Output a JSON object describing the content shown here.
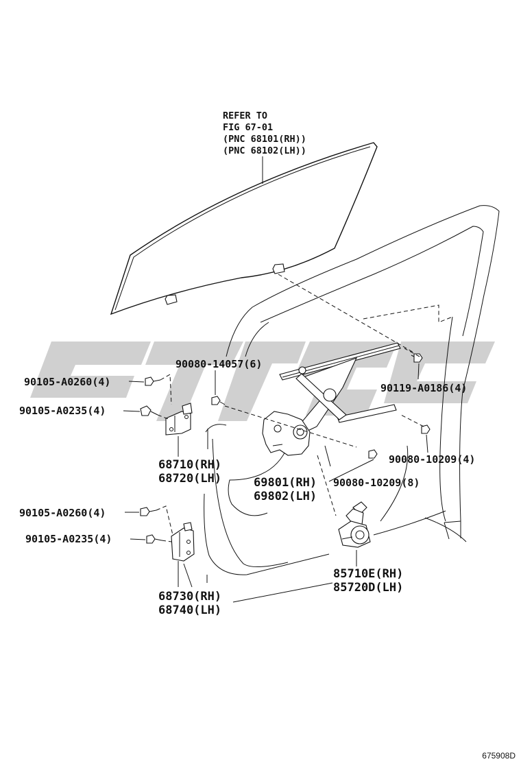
{
  "reference_note": {
    "line1": "REFER TO",
    "line2": "FIG 67-01",
    "line3": "(PNC 68101(RH))",
    "line4": "(PNC 68102(LH))"
  },
  "labels": {
    "bolt_90080_14057": "90080-14057(6)",
    "bolt_90105_a0260_upper": "90105-A0260(4)",
    "bolt_90105_a0235_upper": "90105-A0235(4)",
    "hinge_upper_rh": "68710(RH)",
    "hinge_upper_lh": "68720(LH)",
    "bolt_90105_a0260_lower": "90105-A0260(4)",
    "bolt_90105_a0235_lower": "90105-A0235(4)",
    "hinge_lower_rh": "68730(RH)",
    "hinge_lower_lh": "68740(LH)",
    "regulator_rh": "69801(RH)",
    "regulator_lh": "69802(LH)",
    "bolt_90080_10209_8": "90080-10209(8)",
    "bolt_90119_a0186": "90119-A0186(4)",
    "bolt_90080_10209_4": "90080-10209(4)",
    "motor_rh": "85710E(RH)",
    "motor_lh": "85720D(LH)"
  },
  "figure_code": "675908D",
  "colors": {
    "line": "#111111",
    "watermark": "#c8c8c8",
    "background": "#ffffff"
  },
  "icons": [
    "bolt-icon",
    "window-glass",
    "door-frame",
    "window-regulator",
    "regulator-motor",
    "door-hinge"
  ]
}
